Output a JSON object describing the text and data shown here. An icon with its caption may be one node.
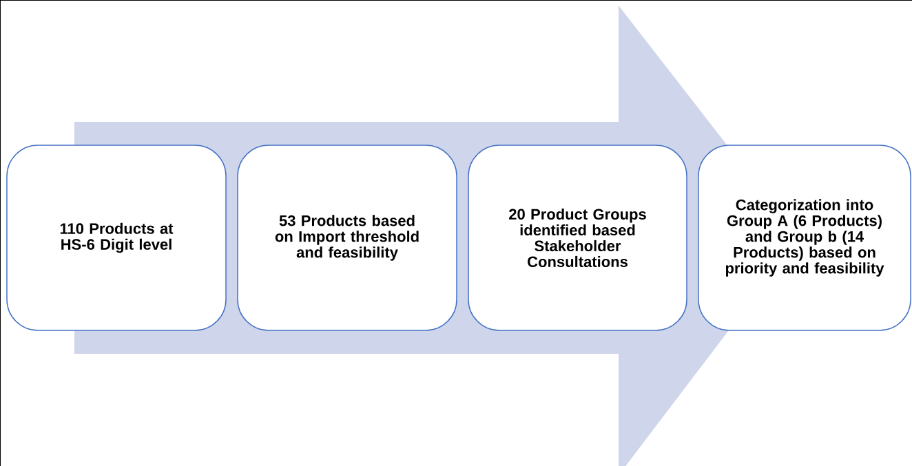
{
  "diagram": {
    "nodes": [
      {
        "text": [
          "110 Products at HS-6 Digit level"
        ]
      },
      {
        "text": [
          "53 Products based on Import threshold and feasibility"
        ]
      },
      {
        "text": [
          "20 Product Groups identified based Stakeholder Consultations"
        ]
      },
      {
        "text": [
          "Categorization into Group A (6 Products) and Group b (14 Products) based on priority and feasibility"
        ]
      }
    ],
    "edges": [
      {
        "from": 0,
        "to": 3,
        "arrow": "to"
      }
    ]
  }
}
